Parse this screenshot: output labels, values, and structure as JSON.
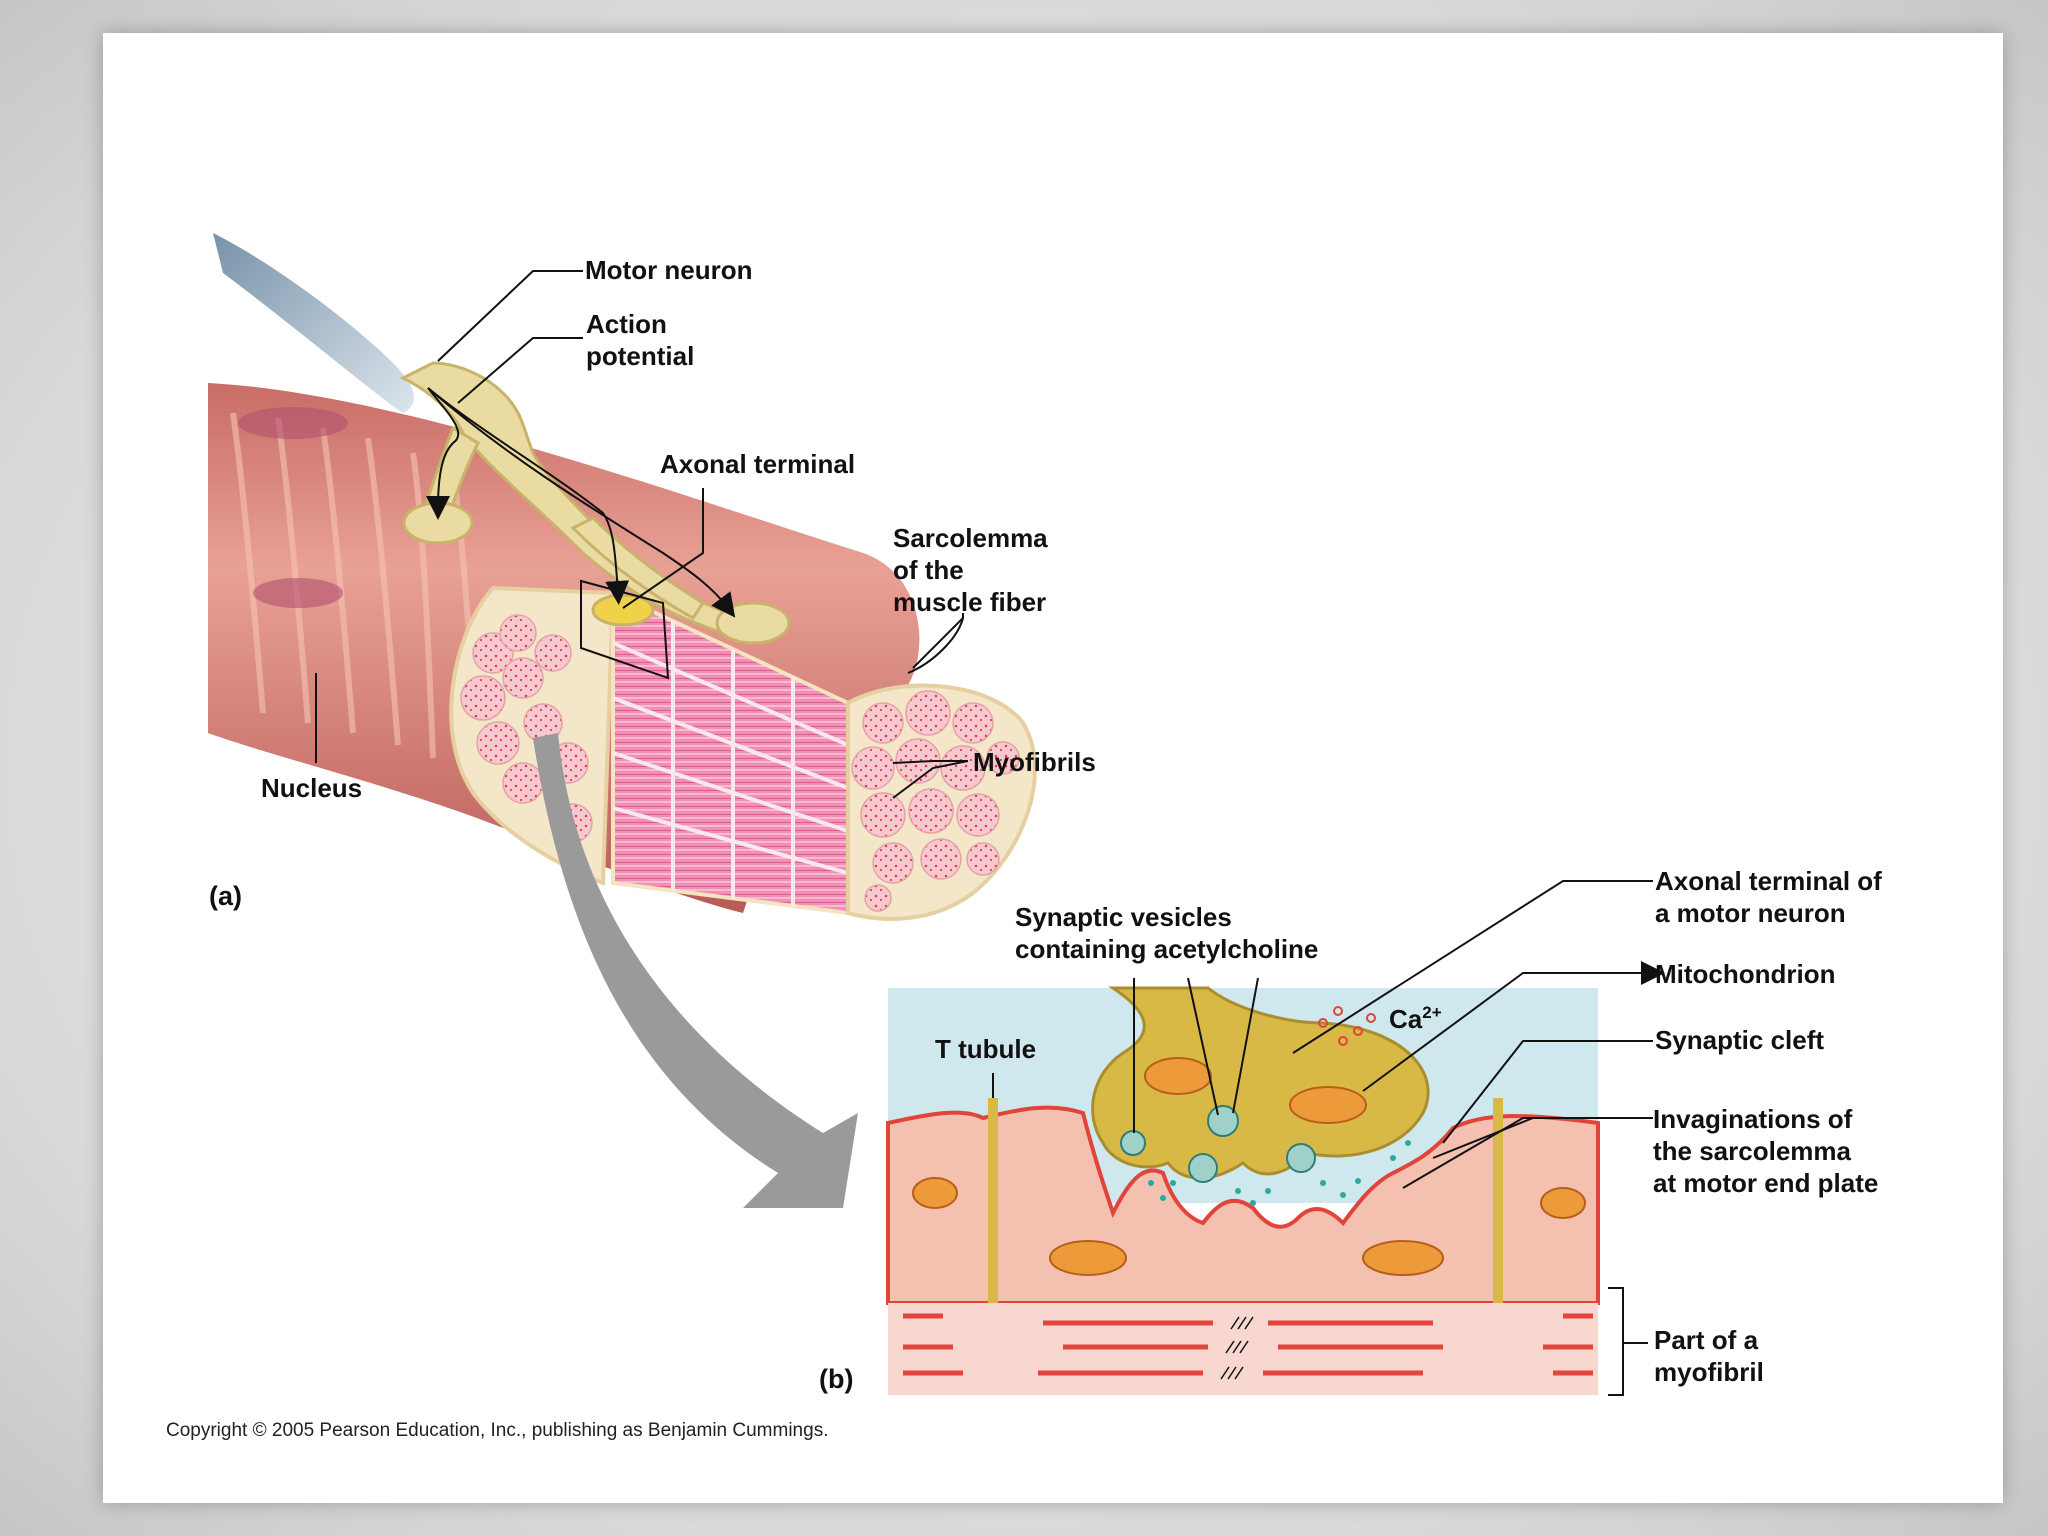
{
  "labels": {
    "motor_neuron": "Motor neuron",
    "action_potential": [
      "Action",
      "potential"
    ],
    "axonal_terminal": "Axonal terminal",
    "sarcolemma": [
      "Sarcolemma",
      "of the",
      "muscle fiber"
    ],
    "myofibrils": "Myofibrils",
    "nucleus": "Nucleus",
    "panel_a": "(a)",
    "synaptic_vesicles": [
      "Synaptic vesicles",
      "containing acetylcholine"
    ],
    "axonal_terminal_motor": [
      "Axonal terminal of",
      "a motor neuron"
    ],
    "mitochondrion": "Mitochondrion",
    "synaptic_cleft": "Synaptic cleft",
    "t_tubule": "T tubule",
    "ca_base": "Ca",
    "ca_sup": "2+",
    "invaginations": [
      "Invaginations of",
      "the sarcolemma",
      "at motor end plate"
    ],
    "myofibril_part": [
      "Part of a",
      "myofibril"
    ],
    "panel_b": "(b)"
  },
  "copyright": "Copyright © 2005 Pearson Education, Inc., publishing as Benjamin Cummings.",
  "colors": {
    "muscle": "#d9827a",
    "muscle_light": "#f2b7aa",
    "neuron": "#e8d9a0",
    "terminal": "#c9a83a",
    "extracellular": "#cfe8ee",
    "myofibril_pink": "#ee8fb0",
    "arrow_gray": "#9a9a9a",
    "membrane_red": "#e0443a"
  }
}
